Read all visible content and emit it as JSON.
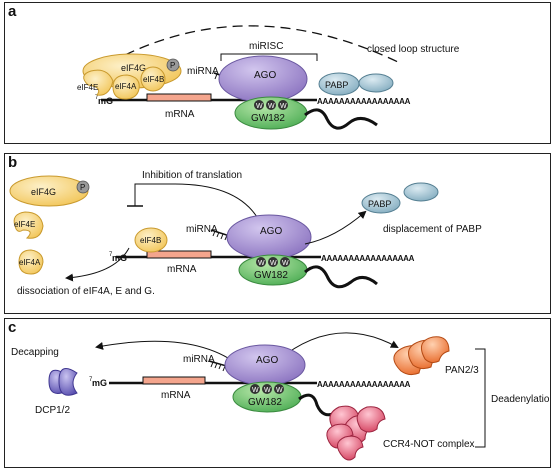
{
  "panel_a": {
    "label": "a",
    "eif4g": "eIF4G",
    "p": "P",
    "eif4e": "eIF4E",
    "eif4a": "eIF4A",
    "eif4b": "eIF4B",
    "cap": "mG",
    "cap_sup": "7",
    "mrna": "mRNA",
    "mirna": "miRNA",
    "misc": "miRISC",
    "ago": "AGO",
    "w": "W",
    "gw182": "GW182",
    "pabp": "PABP",
    "polya": "AAAAAAAAAAAAAAAAA",
    "closed_loop": "closed loop structure"
  },
  "panel_b": {
    "label": "b",
    "eif4g": "eIF4G",
    "p": "P",
    "eif4e": "eIF4E",
    "eif4a": "eIF4A",
    "eif4b": "eIF4B",
    "cap": "mG",
    "cap_sup": "7",
    "mrna": "mRNA",
    "mirna": "miRNA",
    "ago": "AGO",
    "w": "W",
    "gw182": "GW182",
    "pabp": "PABP",
    "polya": "AAAAAAAAAAAAAAAAA",
    "inhibition": "Inhibition of translation",
    "displacement": "displacement of PABP",
    "dissociation": "dissociation of eIF4A, E and G."
  },
  "panel_c": {
    "label": "c",
    "decapping": "Decapping",
    "dcp": "DCP1/2",
    "cap": "mG",
    "cap_sup": "7",
    "mrna": "mRNA",
    "mirna": "miRNA",
    "ago": "AGO",
    "w": "W",
    "gw182": "GW182",
    "polya": "AAAAAAAAAAAAAAAAA",
    "pan": "PAN2/3",
    "ccr4": "CCR4-NOT complex",
    "deadenylation": "Deadenylation"
  },
  "colors": {
    "eif_fill": "#f7d98b",
    "eif_fill_light": "#fbe9b8",
    "eif_stroke": "#c99a2e",
    "ago": "#9b86c9",
    "ago_light": "#c6b8e6",
    "gw182": "#69c16a",
    "mrna_box": "#f4a58d",
    "pabp": "#a7c7d6",
    "pan": "#f08a52",
    "ccr4": "#e36b82",
    "dcp": "#7b73c4"
  }
}
